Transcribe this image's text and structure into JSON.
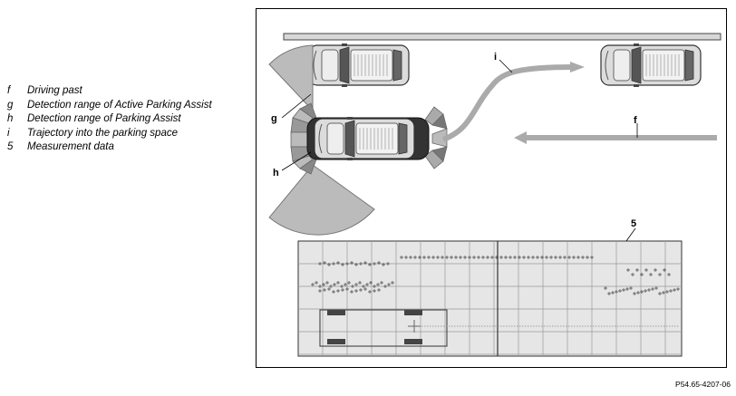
{
  "legend": [
    {
      "key": "f",
      "text": "Driving past"
    },
    {
      "key": "g",
      "text": "Detection range of Active Parking Assist"
    },
    {
      "key": "h",
      "text": "Detection range of Parking Assist"
    },
    {
      "key": "i",
      "text": "Trajectory into the parking space"
    },
    {
      "key": "5",
      "text": "Measurement data"
    }
  ],
  "callouts": {
    "f": "f",
    "g": "g",
    "h": "h",
    "i": "i",
    "measurement": "5"
  },
  "figure_code": "P54.65-4207-06",
  "colors": {
    "sensor_range": "#bbbbbb",
    "arrow": "#aaaaaa",
    "grid": "#999999",
    "grid_bg": "#e6e6e6",
    "car_body": "#dcdcdc"
  }
}
